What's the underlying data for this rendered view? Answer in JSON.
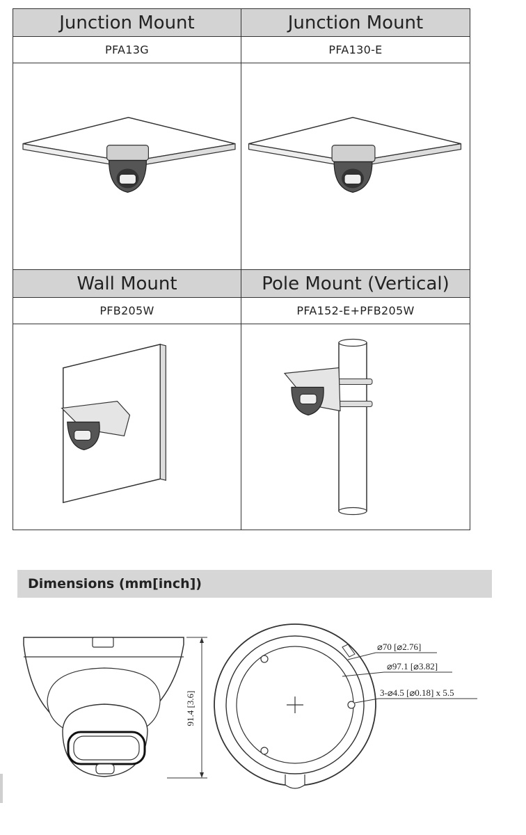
{
  "mounts": [
    {
      "title": "Junction Mount",
      "model": "PFA13G"
    },
    {
      "title": "Junction Mount",
      "model": "PFA130-E"
    },
    {
      "title": "Wall Mount",
      "model": "PFB205W"
    },
    {
      "title": "Pole Mount (Vertical)",
      "model": "PFA152-E+PFB205W"
    }
  ],
  "dimensions": {
    "heading": "Dimensions (mm[inch])",
    "height_label": "91.4 [3.6]",
    "inner_diameter_label": "⌀70 [⌀2.76]",
    "outer_diameter_label": "⌀97.1 [⌀3.82]",
    "hole_label": "3-⌀4.5 [⌀0.18] x 5.5"
  }
}
